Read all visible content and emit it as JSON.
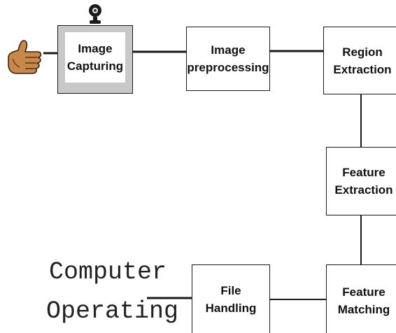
{
  "nodes": {
    "image_capturing": {
      "line1": "Image",
      "line2": "Capturing"
    },
    "image_preprocessing": {
      "line1": "Image",
      "line2": "preprocessing"
    },
    "region_extraction": {
      "line1": "Region",
      "line2": "Extraction"
    },
    "feature_extraction": {
      "line1": "Feature",
      "line2": "Extraction"
    },
    "feature_matching": {
      "line1": "Feature",
      "line2": "Matching"
    },
    "file_handling": {
      "line1": "File",
      "line2": "Handling"
    }
  },
  "output_text": {
    "line1": "Computer",
    "line2": "Operating"
  },
  "icons": [
    "thumbs-up-hand-icon",
    "webcam-icon"
  ],
  "colors": {
    "capture_fill": "#c8c8c8",
    "border": "#1a1a1a",
    "hand": "#c8884a"
  }
}
